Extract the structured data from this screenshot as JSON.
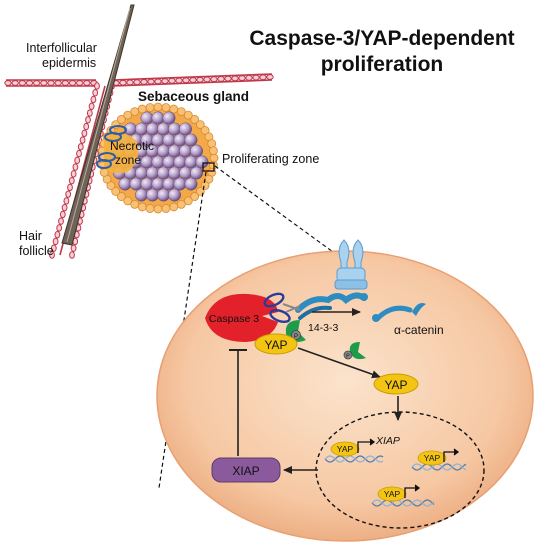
{
  "title": {
    "line1": "Caspase-3/YAP-dependent",
    "line2": "proliferation"
  },
  "skin": {
    "interfollicular_line1": "Interfollicular",
    "interfollicular_line2": "epidermis",
    "sebaceous_gland": "Sebaceous gland",
    "necrotic_line1": "Necrotic",
    "necrotic_line2": "zone",
    "proliferating_zone": "Proliferating zone",
    "hair_line1": "Hair",
    "hair_line2": "follicle"
  },
  "cell": {
    "caspase3": "Caspase 3",
    "p_label": "P",
    "protein_1433": "14-3-3",
    "yap": "YAP",
    "alpha_catenin": "α-catenin",
    "xiap": "XIAP",
    "xiap_gene": "XIAP"
  },
  "colors": {
    "title_text": "#111111",
    "epidermis": "#c0394b",
    "hair": "#6f6257",
    "gland_cells": "#b8a3cc",
    "gland_rim": "#f3a948",
    "necrotic_zone": "#f5b23e",
    "cell_fill": "#f6c8a3",
    "caspase": "#e3212b",
    "yap": "#f4c414",
    "green_1433": "#1f9c4b",
    "catenin": "#2d8cc2",
    "xiap_box": "#8a5a9c",
    "dna": "#4f7fb0"
  }
}
